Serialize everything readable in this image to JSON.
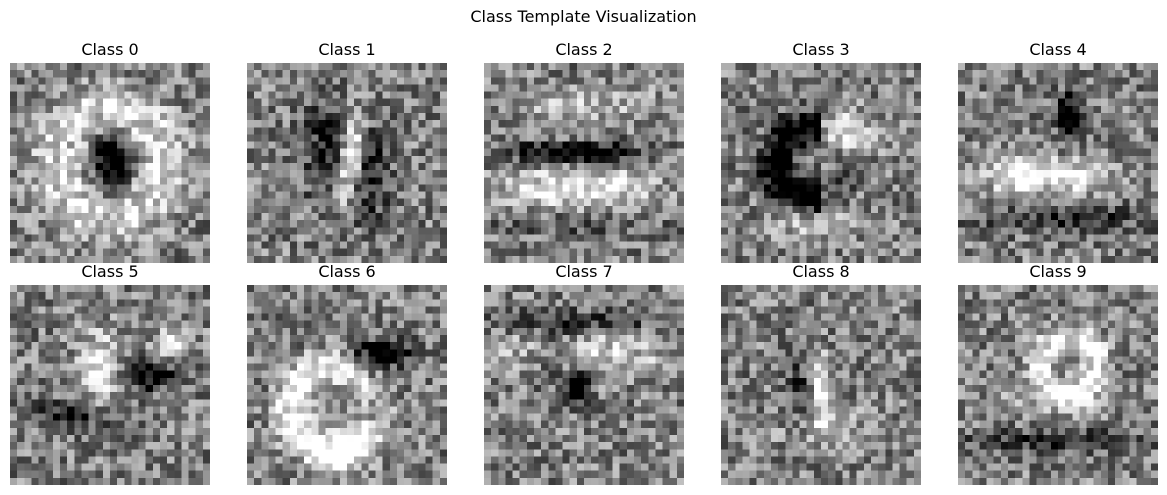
{
  "chart_data": {
    "type": "heatmap",
    "title": "Class Template Visualization",
    "colormap": "gray",
    "grid_size": [
      28,
      28
    ],
    "axes_visible": false,
    "panels": [
      {
        "title": "Class 0",
        "shape": "ring",
        "params": {
          "cx": 0.5,
          "cy": 0.5,
          "r": 0.27,
          "w": 0.09,
          "dark_center": 1.0
        }
      },
      {
        "title": "Class 1",
        "shape": "vstroke",
        "params": {
          "cx": 0.5,
          "cy": 0.5,
          "len": 0.42,
          "w": 0.045
        }
      },
      {
        "title": "Class 2",
        "shape": "two",
        "params": {
          "dark_bar_y": 0.45,
          "light_bar_y": 0.63
        }
      },
      {
        "title": "Class 3",
        "shape": "three",
        "params": {
          "dark_cx": 0.36,
          "dark_cy": 0.48
        }
      },
      {
        "title": "Class 4",
        "shape": "four",
        "params": {
          "dark_cx": 0.56,
          "dark_cy": 0.27,
          "light_cy": 0.55
        }
      },
      {
        "title": "Class 5",
        "shape": "five",
        "params": {
          "light_cx": 0.45,
          "light_cy": 0.42
        }
      },
      {
        "title": "Class 6",
        "shape": "six",
        "params": {
          "arc_cx": 0.45,
          "arc_cy": 0.62,
          "r": 0.22
        }
      },
      {
        "title": "Class 7",
        "shape": "seven",
        "params": {
          "dark_cx": 0.47,
          "dark_cy": 0.5
        }
      },
      {
        "title": "Class 8",
        "shape": "eight",
        "params": {
          "light_cx": 0.5,
          "light_cy": 0.53
        }
      },
      {
        "title": "Class 9",
        "shape": "nine",
        "params": {
          "light_cx": 0.55,
          "light_cy": 0.4
        }
      }
    ]
  }
}
